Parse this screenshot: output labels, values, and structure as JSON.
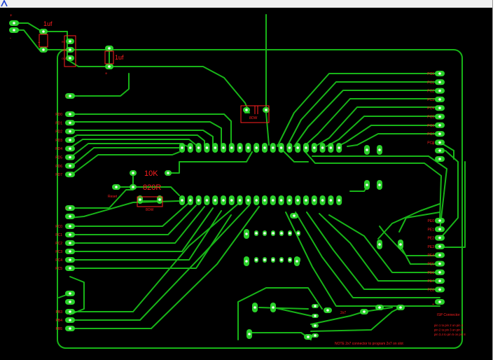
{
  "titlebar": {
    "icon": "app-icon"
  },
  "colors": {
    "background": "#000000",
    "trace": "#18b418",
    "pad": "#2bd12b",
    "hole": "#f4f4f4",
    "silkscreen": "#ff1f1f"
  },
  "labels": {
    "cap_top_left": "1uf",
    "cap_top_mid": "1uf",
    "plus": "+",
    "minus": "-",
    "resistor_10k": "10K",
    "resistor_820r": "820R",
    "reset": "Reset",
    "osc_value": "8OW",
    "osc_value_left": "8OW",
    "reg_pins": [
      "IN",
      "GND",
      "OUT"
    ],
    "header_left_a": [
      "PD0",
      "PD1",
      "PD2",
      "PD3",
      "PD4",
      "PD5",
      "PD6",
      "PD7"
    ],
    "header_left_b": [
      "PC0",
      "PC1",
      "PC2",
      "PC3",
      "PC4",
      "PC5"
    ],
    "header_left_c": [
      "PB3",
      "PB4",
      "PB5"
    ],
    "header_right_a": [
      "PC0",
      "PC1",
      "PC2",
      "PC3",
      "PC4",
      "PC5",
      "PC6",
      "PC7",
      "PC8"
    ],
    "header_right_b": [
      "PE0",
      "PE1",
      "PE2",
      "PE3",
      "PE4",
      "PE5",
      "PE6",
      "PE7",
      "PE8"
    ],
    "jumper": "2x7",
    "isp_connector": "ISP Connector",
    "isp_lines": [
      "pin 1 to pin 2 on pin 8",
      "pin 2 to pin 3 on pin 8",
      "pin 3,4 to pin 5 on pin 8"
    ],
    "note": "NOTE 2x7 connector to program 2x7 on slot"
  }
}
